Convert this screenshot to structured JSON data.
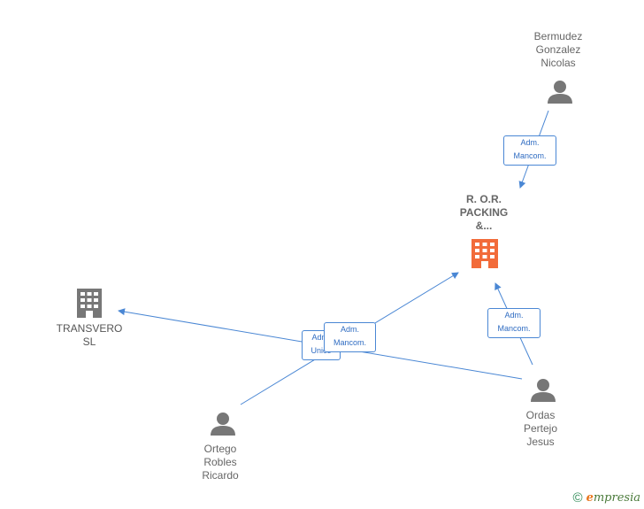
{
  "nodes": {
    "main_company": {
      "name": "R. O.R. PACKING &...",
      "lines": [
        "R. O.R.",
        "PACKING",
        "&..."
      ],
      "color": "#f26b3a"
    },
    "transvero": {
      "lines": [
        "TRANSVERO",
        "SL"
      ],
      "color": "#777777"
    },
    "bermudez": {
      "lines": [
        "Bermudez",
        "Gonzalez",
        "Nicolas"
      ]
    },
    "ortego": {
      "lines": [
        "Ortego",
        "Robles",
        "Ricardo"
      ]
    },
    "ordas": {
      "lines": [
        "Ordas",
        "Pertejo",
        "Jesus"
      ]
    }
  },
  "edges": {
    "bermudez_main": [
      "Adm.",
      "Mancom."
    ],
    "ordas_main": [
      "Adm.",
      "Mancom."
    ],
    "ortego_main": [
      "Adm.",
      "Mancom."
    ],
    "ordas_transvero": [
      "Adm.",
      "Unico"
    ]
  },
  "colors": {
    "edge": "#4a87d4",
    "person": "#777777"
  },
  "footer": {
    "copyright_symbol": "©",
    "brand_initial": "e",
    "brand_rest": "mpresia"
  }
}
